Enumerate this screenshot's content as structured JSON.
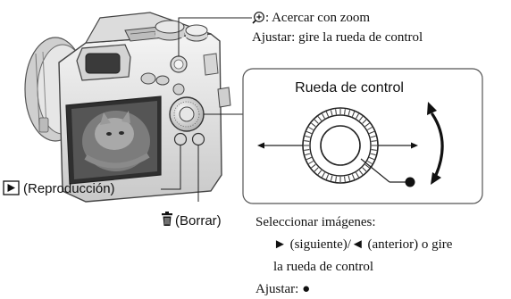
{
  "zoom_callout": {
    "icon": "zoom-plus-icon",
    "label": ": Acercar con zoom",
    "adjust": "Ajustar: gire la rueda de control"
  },
  "wheel_box": {
    "title": "Rueda de control"
  },
  "playback_label": "(Reproducción)",
  "playback_icon": "play-button-icon",
  "delete_label": "(Borrar)",
  "delete_icon": "trash-icon",
  "select_images": {
    "heading": "Seleccionar imágenes:",
    "line1": "► (siguiente)/◄ (anterior) o gire",
    "line2": "la rueda de control",
    "adjust": "Ajustar: ●"
  },
  "colors": {
    "line": "#222222",
    "camera_body": "#e9e9e9",
    "screen": "#3a3a3a"
  }
}
